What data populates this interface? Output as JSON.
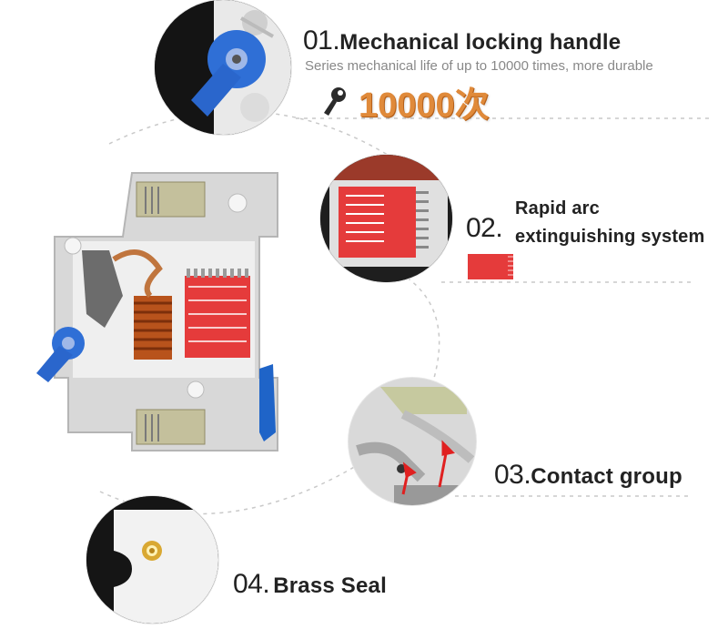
{
  "features": [
    {
      "num": "01.",
      "title": "Mechanical locking handle",
      "subtitle": "Series mechanical life of up to 10000 times, more durable",
      "count": "10000次"
    },
    {
      "num": "02.",
      "title_line1": "Rapid arc",
      "title_line2": "extinguishing system"
    },
    {
      "num": "03.",
      "title": "Contact group"
    },
    {
      "num": "04.",
      "title": "Brass Seal"
    }
  ],
  "colors": {
    "accent_red": "#e53b3b",
    "handle_blue": "#1f64c8",
    "count_orange": "#e08a3a",
    "copper": "#b85a1e"
  },
  "icons": [
    "wrench-icon"
  ]
}
